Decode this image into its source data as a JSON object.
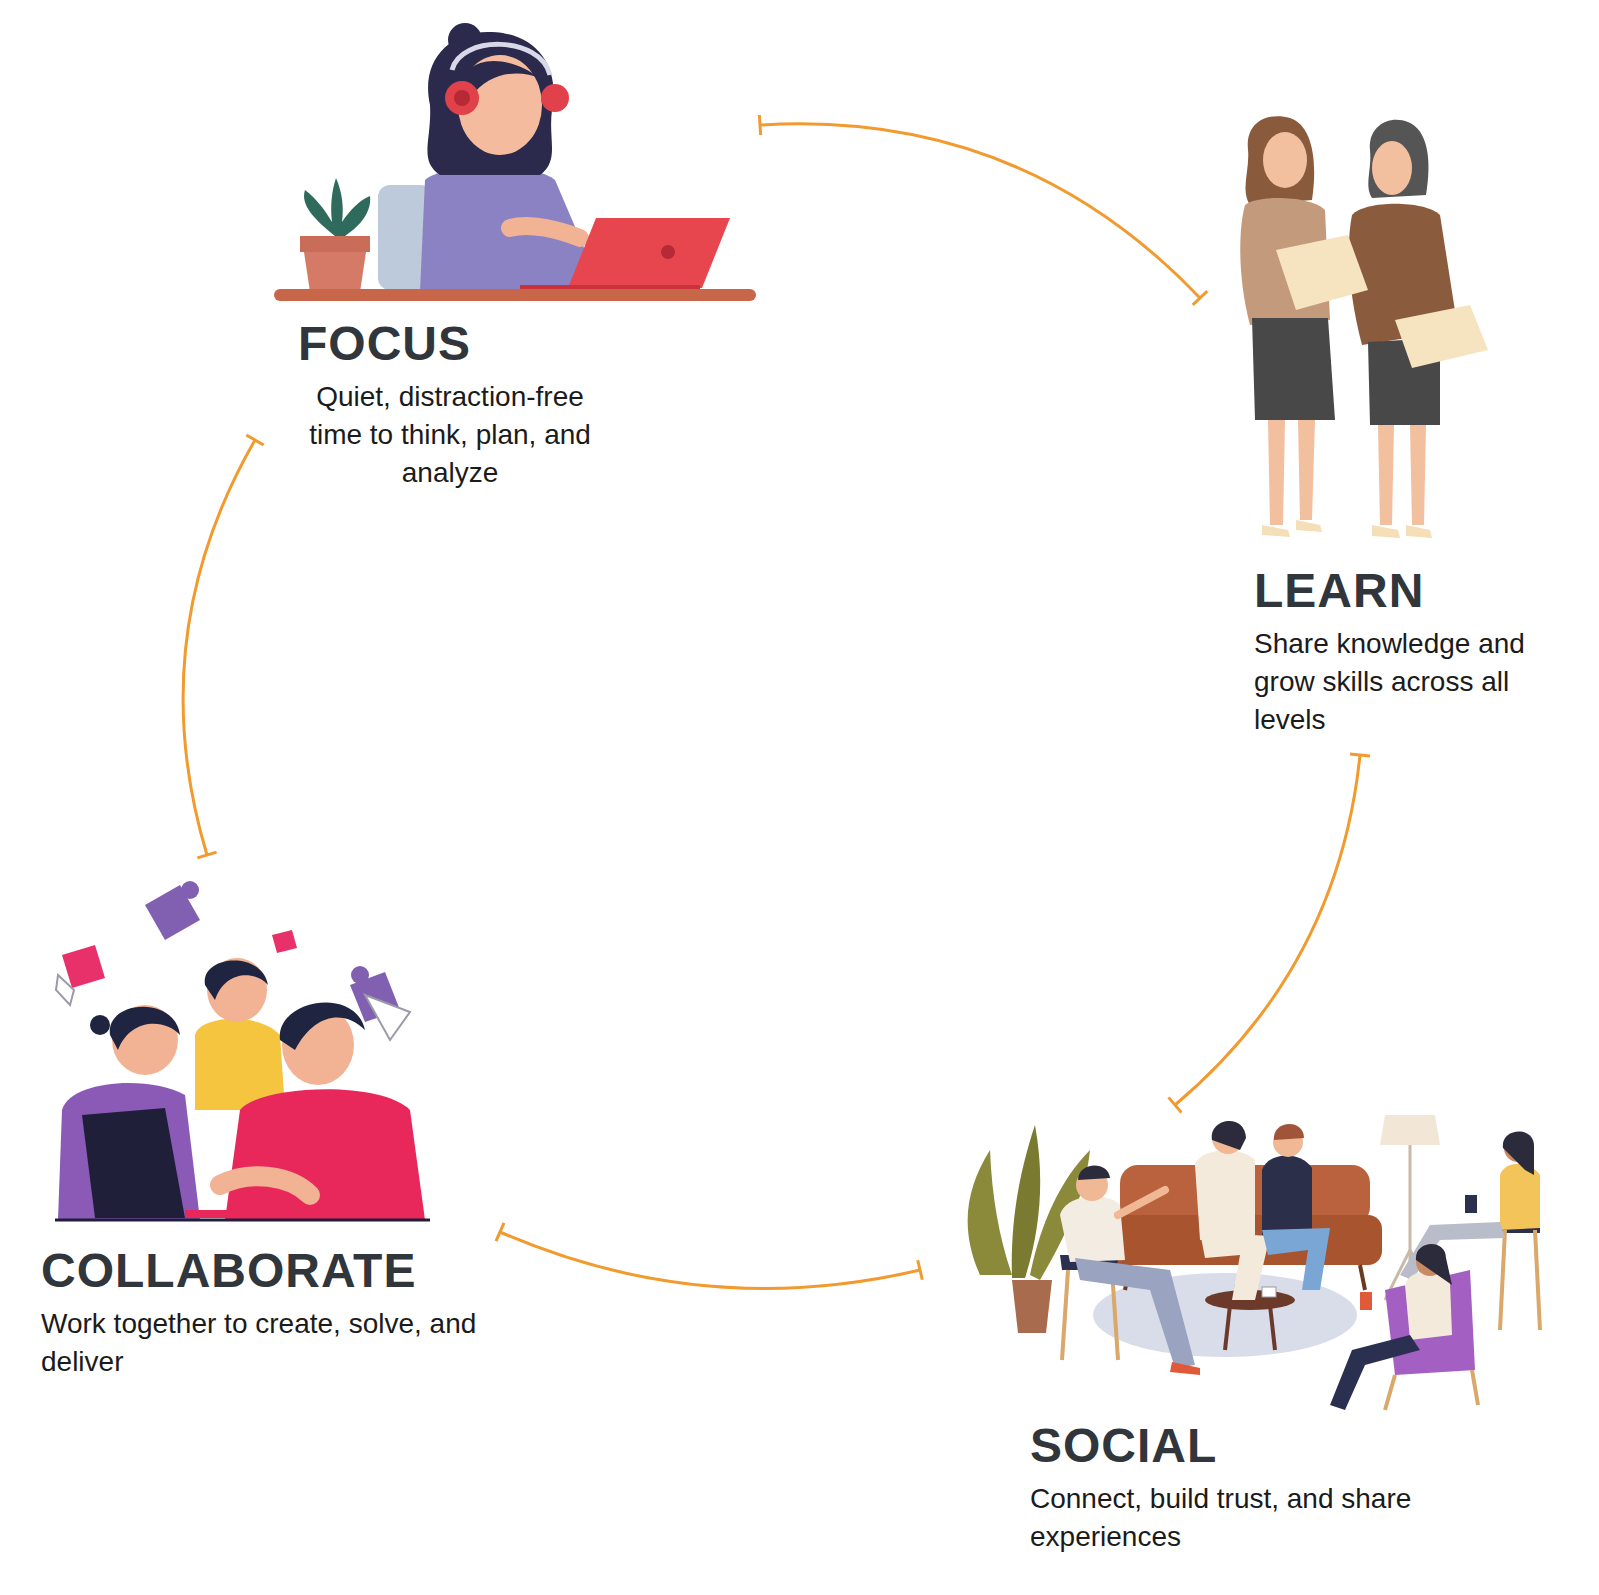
{
  "diagram": {
    "nodes": [
      {
        "text": [
          "FOCUS",
          "Quiet, distraction-free time to think, plan, and analyze"
        ]
      },
      {
        "text": [
          "LEARN",
          "Share knowledge and grow skills across all levels"
        ]
      },
      {
        "text": [
          "SOCIAL",
          "Connect, build trust, and share experiences"
        ]
      },
      {
        "text": [
          "COLLABORATE",
          "Work together to create, solve, and deliver"
        ]
      }
    ],
    "edges": [
      {
        "from": 0,
        "to": 1,
        "arrow": "both"
      },
      {
        "from": 1,
        "to": 2,
        "arrow": "both"
      },
      {
        "from": 2,
        "to": 3,
        "arrow": "both"
      },
      {
        "from": 3,
        "to": 0,
        "arrow": "both"
      }
    ]
  }
}
